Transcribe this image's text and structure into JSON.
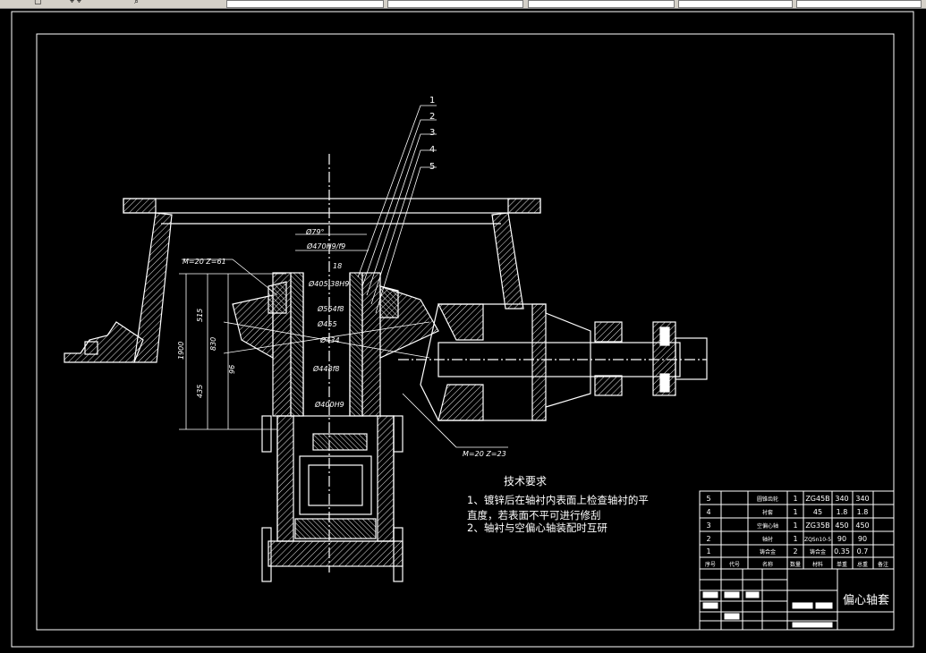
{
  "toolbar": {
    "glyphs": [
      "▢",
      "⌖ ⌖",
      "⌕",
      "▾",
      "▾",
      "▾",
      "▾",
      "▾"
    ]
  },
  "drawing": {
    "part_labels": [
      "1",
      "2",
      "3",
      "4",
      "5"
    ],
    "gear_note_top": "M=20 Z=61",
    "gear_note_bottom": "M=20 Z=23",
    "angle_dim": "Ø79°",
    "diameters": [
      "Ø470H9/f9",
      "Ø405.38H9",
      "Ø564f8",
      "Ø455",
      "Ø434",
      "Ø448f8",
      "Ø400H9"
    ],
    "dim_18": "18",
    "vert_dims": [
      "515",
      "1900",
      "830",
      "435",
      "96"
    ]
  },
  "notes": {
    "title": "技术要求",
    "line1": "1、镀锌后在轴衬内表面上检查轴衬的平",
    "line2": "直度，若表面不平可进行修刮",
    "line3": "2、轴衬与空偏心轴装配时互研"
  },
  "bom": {
    "rows": [
      {
        "no": "5",
        "name": "圆锥齿轮",
        "qty": "1",
        "mat": "ZG45B",
        "w1": "340",
        "w2": "340"
      },
      {
        "no": "4",
        "name": "衬套",
        "qty": "1",
        "mat": "45",
        "w1": "1.8",
        "w2": "1.8"
      },
      {
        "no": "3",
        "name": "空偏心轴",
        "qty": "1",
        "mat": "ZG35B",
        "w1": "450",
        "w2": "450"
      },
      {
        "no": "2",
        "name": "轴衬",
        "qty": "1",
        "mat": "ZQSn10-5",
        "w1": "90",
        "w2": "90"
      },
      {
        "no": "1",
        "name": "铸合金",
        "qty": "2",
        "mat": "铸合金",
        "w1": "0.35",
        "w2": "0.7"
      }
    ],
    "headers": [
      "序号",
      "代号",
      "名称",
      "数量",
      "材料",
      "单重",
      "总重",
      "备注"
    ]
  },
  "title_block": {
    "title": "偏心轴套"
  }
}
